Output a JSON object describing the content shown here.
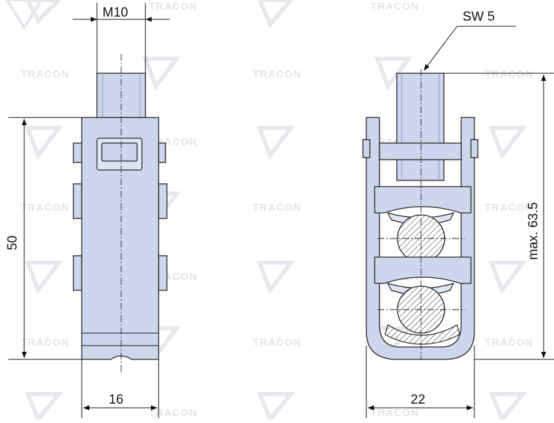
{
  "drawing": {
    "watermark_text": "TRACON",
    "dimensions": {
      "thread": "M10",
      "hex_socket": "SW 5",
      "height": "50",
      "width_front": "16",
      "width_side": "22",
      "max_height": "max. 63.5"
    },
    "colors": {
      "part_fill": "#cdd6ec",
      "outline": "#222222",
      "watermark": "#e2e4ea"
    }
  }
}
